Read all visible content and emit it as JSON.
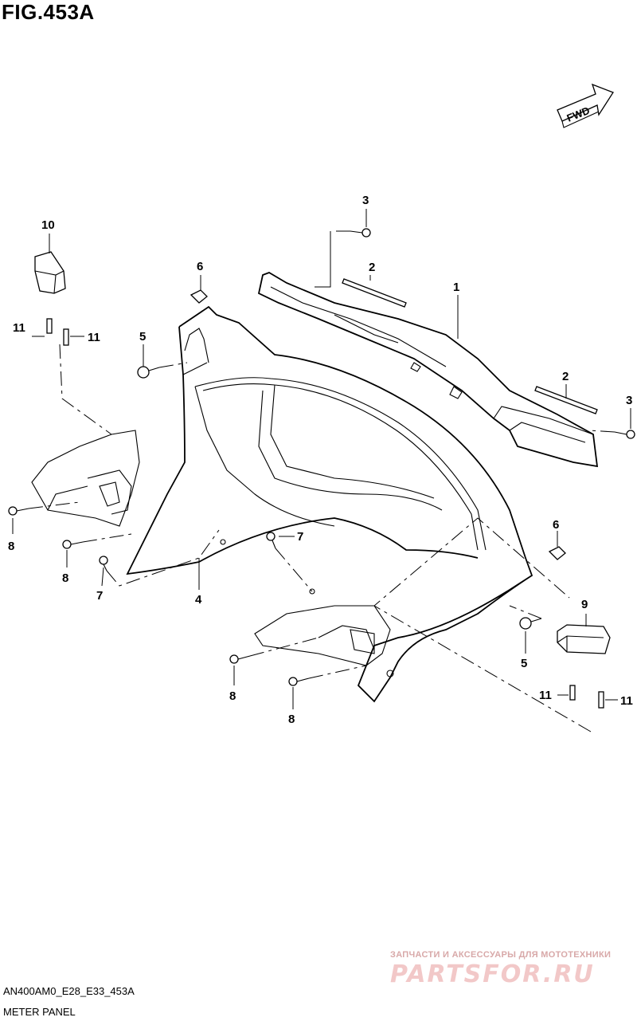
{
  "figure": {
    "title": "FIG.453A"
  },
  "direction_badge": {
    "label": "FWD"
  },
  "callouts": {
    "c1": "1",
    "c2a": "2",
    "c2b": "2",
    "c3a": "3",
    "c3b": "3",
    "c4": "4",
    "c5a": "5",
    "c5b": "5",
    "c6a": "6",
    "c6b": "6",
    "c7a": "7",
    "c7b": "7",
    "c8a": "8",
    "c8b": "8",
    "c8c": "8",
    "c8d": "8",
    "c9": "9",
    "c10": "10",
    "c11a": "11",
    "c11b": "11",
    "c11c": "11",
    "c11d": "11"
  },
  "footer": {
    "model_code": "AN400AM0_E28_E33_453A",
    "section_title": "METER PANEL"
  },
  "watermark": {
    "tagline": "ЗАПЧАСТИ И АКСЕССУАРЫ ДЛЯ МОТОТЕХНИКИ",
    "logo": "PARTSFOR.RU"
  }
}
